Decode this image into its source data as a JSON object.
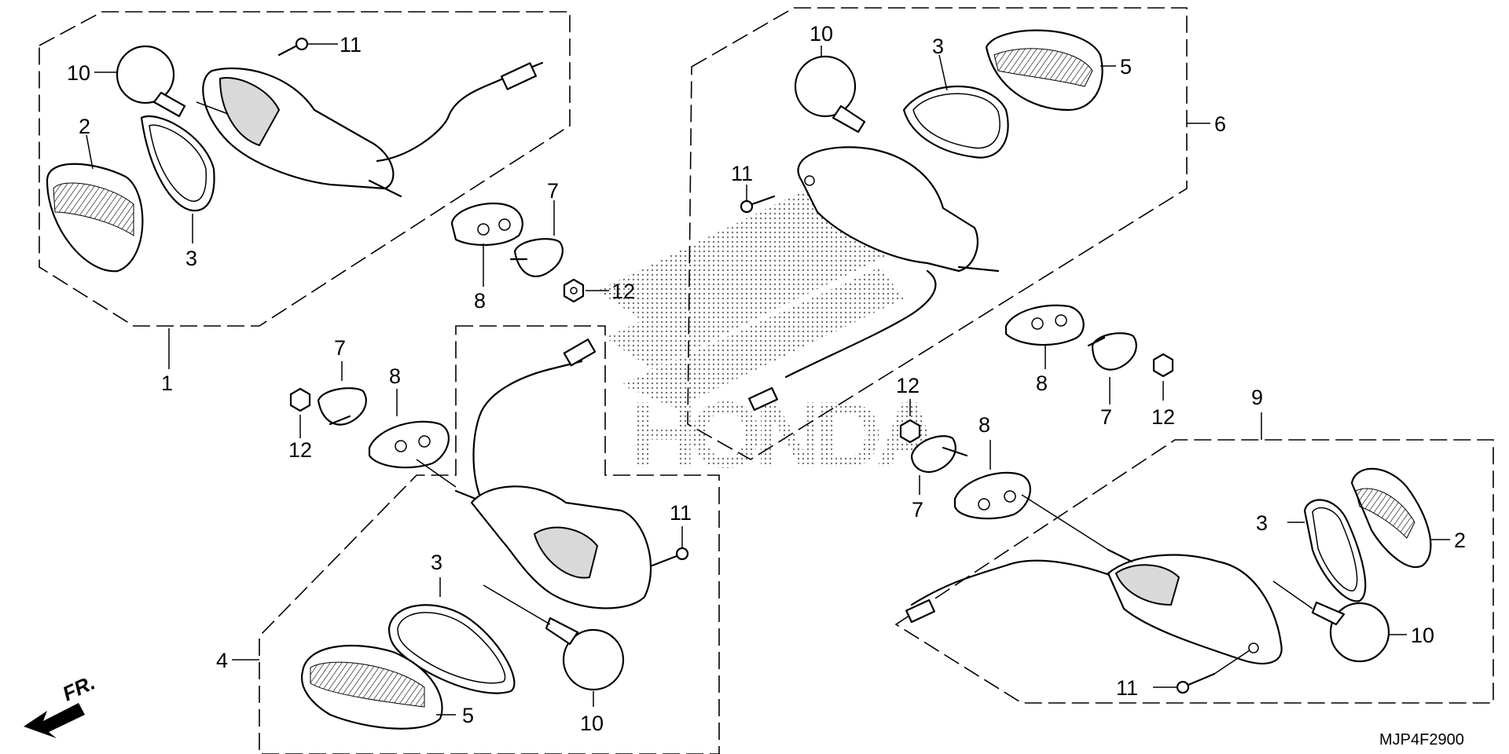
{
  "diagram_code": "MJP4F2900",
  "front_marker": "FR.",
  "logo_text": "HONDA",
  "callouts": {
    "tl_11": "11",
    "tl_10": "10",
    "tl_2": "2",
    "tl_3": "3",
    "tl_8": "8",
    "tl_7": "7",
    "tl_12": "12",
    "tl_1": "1",
    "tr_10": "10",
    "tr_3": "3",
    "tr_5": "5",
    "tr_6": "6",
    "tr_11": "11",
    "tr_8": "8",
    "tr_7": "7",
    "tr_12": "12",
    "cl_7": "7",
    "cl_8": "8",
    "cl_12": "12",
    "cl_11": "11",
    "cl_3": "3",
    "cl_4": "4",
    "cl_5": "5",
    "cl_10": "10",
    "br_12": "12",
    "br_8": "8",
    "br_7": "7",
    "br_9": "9",
    "br_3": "3",
    "br_2": "2",
    "br_10": "10",
    "br_11": "11"
  }
}
